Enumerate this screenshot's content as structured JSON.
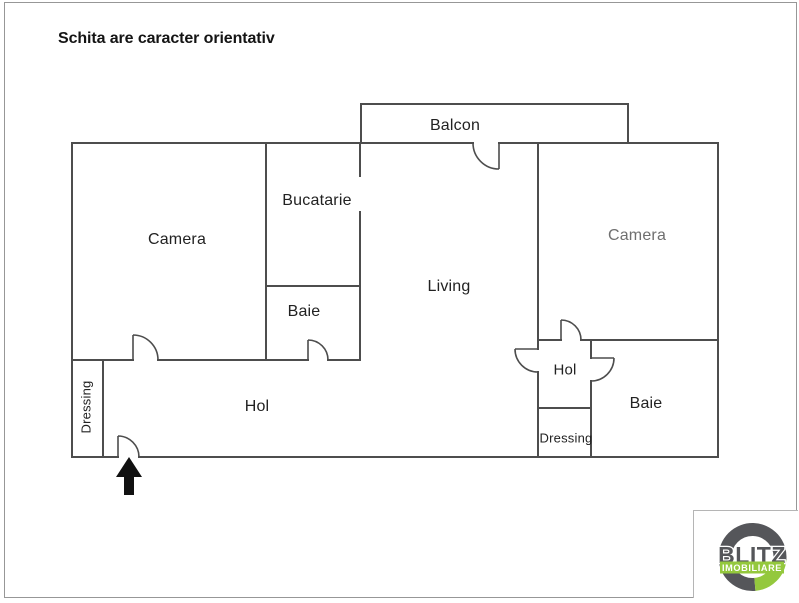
{
  "disclaimer": "Schita are caracter orientativ",
  "rooms": {
    "balcon": "Balcon",
    "camera_left": "Camera",
    "bucatarie": "Bucatarie",
    "baie_left": "Baie",
    "living": "Living",
    "camera_right": "Camera",
    "hol_left": "Hol",
    "hol_right": "Hol",
    "baie_right": "Baie",
    "dressing_left": "Dressing",
    "dressing_right": "Dressing"
  },
  "logo": {
    "brand": "BLITZ",
    "subtitle": "IMOBILIARE"
  },
  "colors": {
    "wall": "#4d4d4d",
    "door": "#4d4d4d",
    "arrow": "#111111",
    "logo_gray": "#55565a",
    "logo_green": "#94c83d"
  }
}
